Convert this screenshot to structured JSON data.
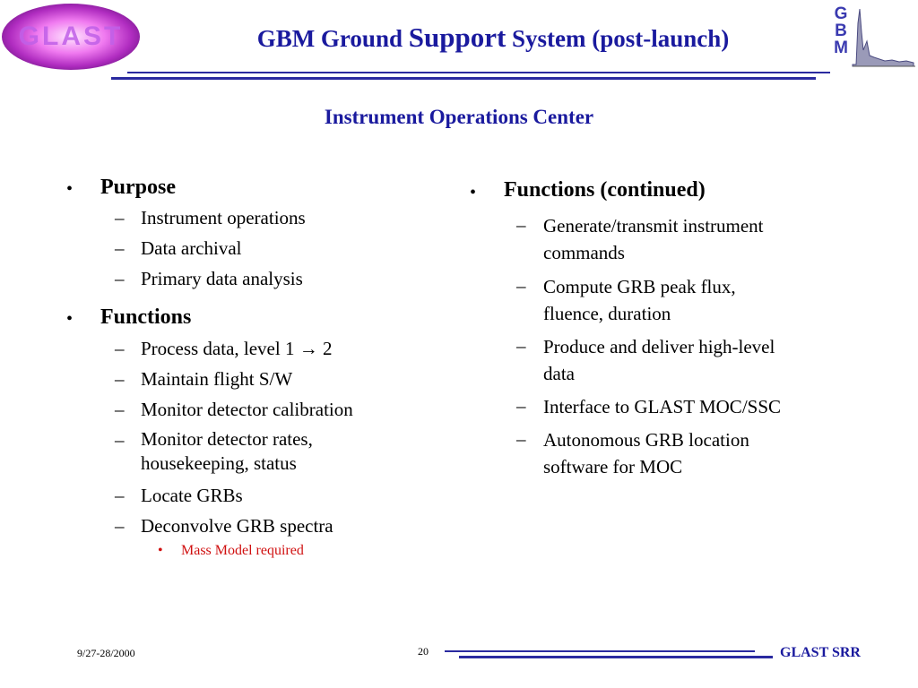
{
  "header": {
    "logo_text": "GLAST",
    "title_part1": "GBM Ground ",
    "title_part2": "Support",
    "title_part3": " System (post-launch)",
    "gbm_logo": [
      "G",
      "B",
      "M"
    ]
  },
  "subtitle": "Instrument Operations Center",
  "left_column": {
    "sections": [
      {
        "heading": "Purpose",
        "items": [
          "Instrument operations",
          "Data archival",
          "Primary data analysis"
        ]
      },
      {
        "heading": "Functions",
        "items": [
          "Process data, level 1 → 2",
          "Maintain flight S/W",
          "Monitor detector calibration",
          "Monitor detector rates,|housekeeping, status",
          "Locate GRBs",
          "Deconvolve GRB spectra"
        ],
        "subitem": "Mass Model required"
      }
    ]
  },
  "right_column": {
    "heading": "Functions (continued)",
    "items": [
      "Generate/transmit instrument|commands",
      "Compute GRB peak flux,|fluence, duration",
      "Produce and deliver high-level|data",
      "Interface to GLAST MOC/SSC",
      "Autonomous GRB location|software for MOC"
    ]
  },
  "footer": {
    "date": "9/27-28/2000",
    "page_number": "20",
    "right_label": "GLAST SRR"
  },
  "colors": {
    "title": "#1a1a9e",
    "rule": "#2a2aa0",
    "subitem": "#d01010"
  }
}
